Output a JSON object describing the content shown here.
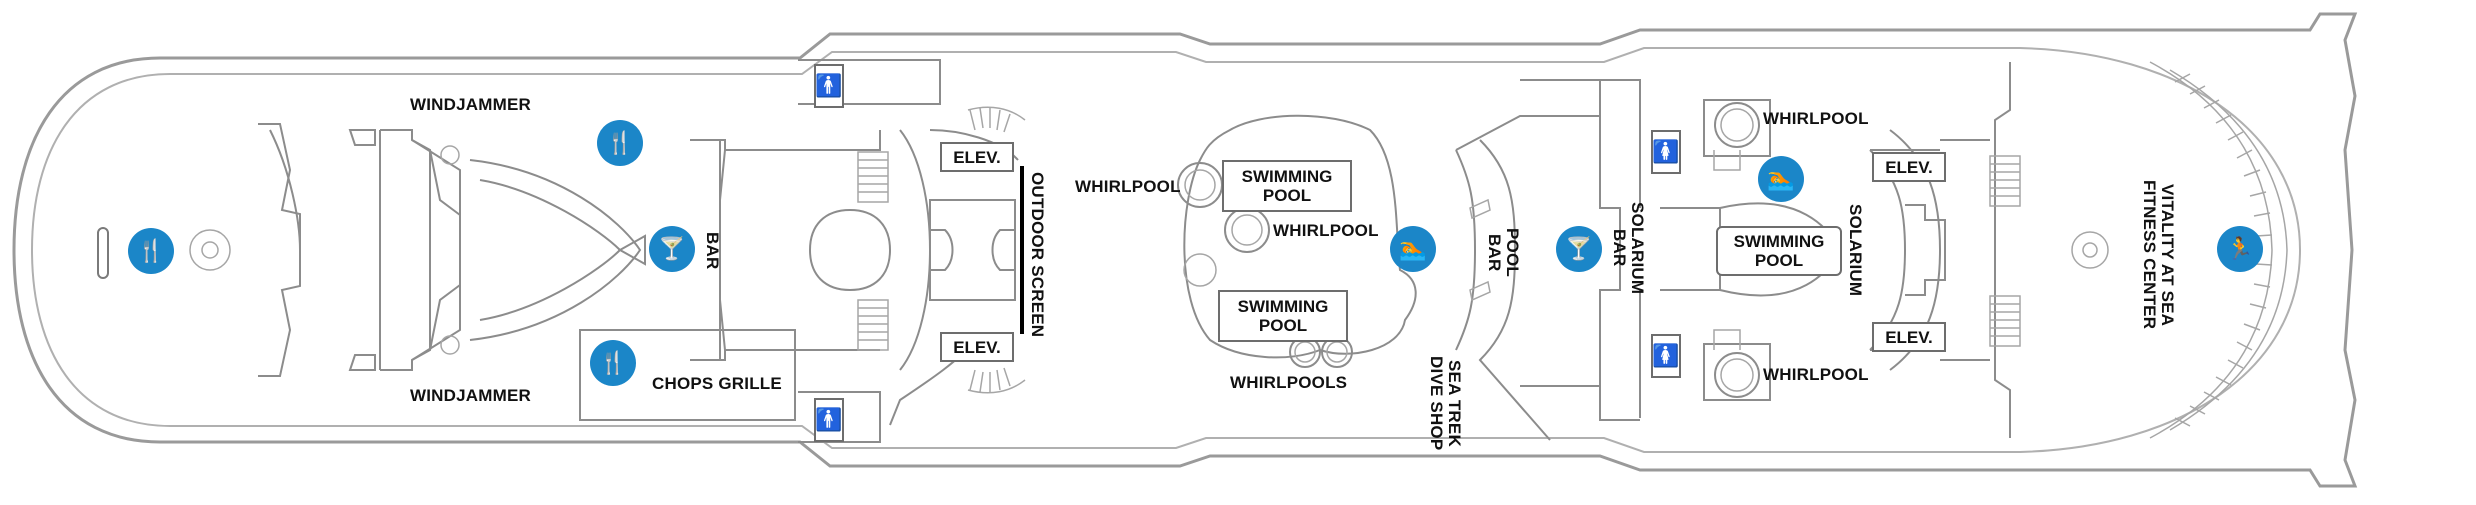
{
  "labels": {
    "windjammer_top": "WINDJAMMER",
    "windjammer_bottom": "WINDJAMMER",
    "bar_aft": "BAR",
    "chops_grille": "CHOPS GRILLE",
    "elev_aft_top": "ELEV.",
    "elev_aft_bottom": "ELEV.",
    "outdoor_screen": "OUTDOOR SCREEN",
    "whirlpool_pool_left": "WHIRLPOOL",
    "whirlpool_pool_center": "WHIRLPOOL",
    "swimming_pool_top": "SWIMMING\nPOOL",
    "swimming_pool_bottom": "SWIMMING\nPOOL",
    "whirlpools": "WHIRLPOOLS",
    "pool_bar": "POOL\nBAR",
    "sea_trek_dive_shop": "SEA TREK\nDIVE SHOP",
    "solarium_bar": "SOLARIUM\nBAR",
    "whirlpool_solarium_top": "WHIRLPOOL",
    "whirlpool_solarium_bottom": "WHIRLPOOL",
    "swimming_pool_solarium": "SWIMMING\nPOOL",
    "solarium": "SOLARIUM",
    "elev_fwd_top": "ELEV.",
    "elev_fwd_bottom": "ELEV.",
    "vitality": "VITALITY AT SEA\nFITNESS CENTER"
  },
  "icons": {
    "dining": "fork-knife-icon",
    "bar": "cocktail-glass-icon",
    "pool": "swimmer-icon",
    "fitness": "exercise-icon",
    "restroom": "restroom-icon"
  },
  "colors": {
    "badge": "#1b86c8",
    "hull": "#9a9a9a"
  }
}
